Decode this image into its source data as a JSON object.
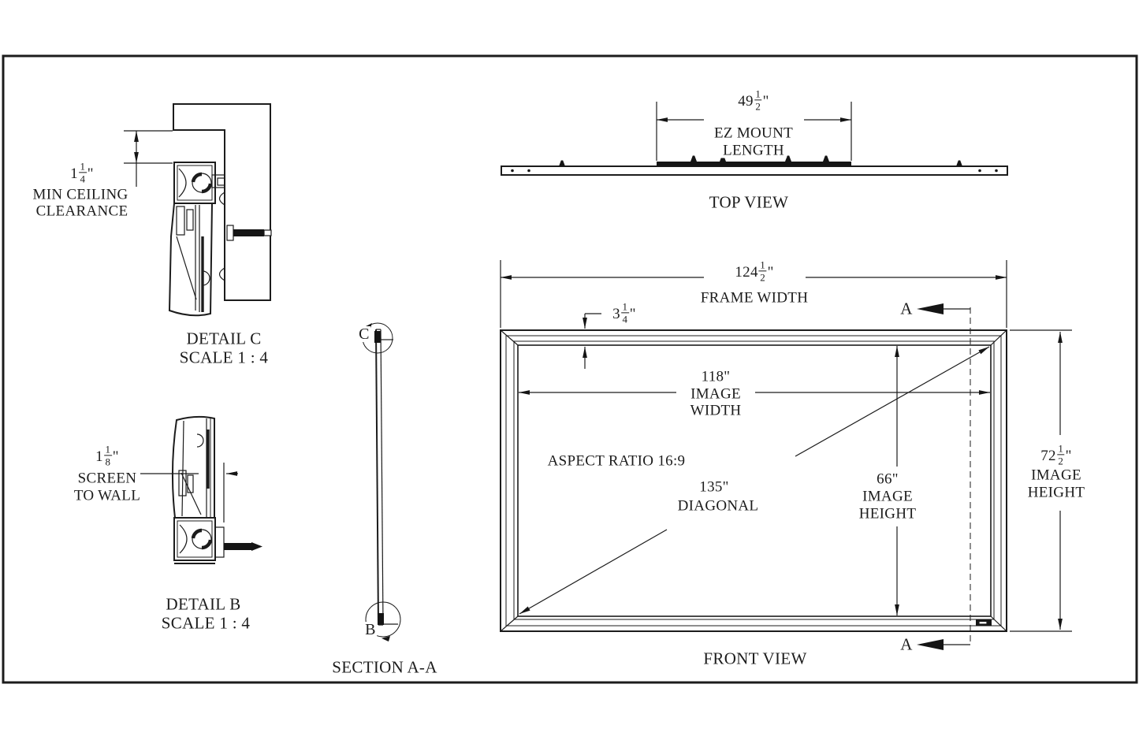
{
  "detail_c": {
    "dim_whole": "1",
    "dim_num": "1",
    "dim_den": "4",
    "dim_unit": "\"",
    "label_line1": "MIN CEILING",
    "label_line2": "CLEARANCE",
    "title": "DETAIL C",
    "scale": "SCALE 1 : 4"
  },
  "detail_b": {
    "dim_whole": "1",
    "dim_num": "1",
    "dim_den": "8",
    "dim_unit": "\"",
    "label_line1": "SCREEN",
    "label_line2": "TO WALL",
    "title": "DETAIL B",
    "scale": "SCALE 1 : 4"
  },
  "section_aa": {
    "callout_top": "C",
    "callout_bottom": "B",
    "title": "SECTION A-A"
  },
  "top_view": {
    "dim_whole": "49",
    "dim_num": "1",
    "dim_den": "2",
    "dim_unit": "\"",
    "label_line1": "EZ MOUNT",
    "label_line2": "LENGTH",
    "title": "TOP VIEW"
  },
  "front_view": {
    "frame_width_whole": "124",
    "frame_width_num": "1",
    "frame_width_den": "2",
    "frame_width_unit": "\"",
    "frame_width_label": "FRAME WIDTH",
    "border_whole": "3",
    "border_num": "1",
    "border_den": "4",
    "border_unit": "\"",
    "image_width_value": "118\"",
    "image_width_label1": "IMAGE",
    "image_width_label2": "WIDTH",
    "aspect_ratio": "ASPECT RATIO 16:9",
    "diagonal_value": "135\"",
    "diagonal_label": "DIAGONAL",
    "image_height_value": "66\"",
    "image_height_label1": "IMAGE",
    "image_height_label2": "HEIGHT",
    "side_height_whole": "72",
    "side_height_num": "1",
    "side_height_den": "2",
    "side_height_unit": "\"",
    "side_height_label1": "IMAGE",
    "side_height_label2": "HEIGHT",
    "section_marker_top": "A",
    "section_marker_bottom": "A",
    "title": "FRONT VIEW"
  }
}
